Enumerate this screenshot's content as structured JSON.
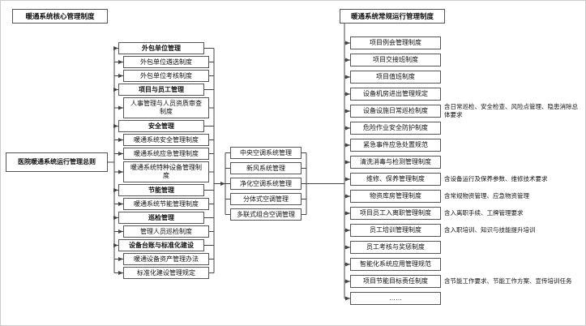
{
  "colors": {
    "line": "#444444",
    "border": "#555555",
    "background": "#ffffff",
    "text": "#111111"
  },
  "titles": {
    "core": "暖通系统核心管理制度",
    "routine": "暖通系统常规运行管理制度"
  },
  "root": {
    "label": "医院暖通系统运行管理总则"
  },
  "left_column": {
    "items": [
      {
        "label": "外包单位管理",
        "group": true
      },
      {
        "label": "外包单位遴选制度",
        "group": false
      },
      {
        "label": "外包单位考核制度",
        "group": false
      },
      {
        "label": "项目与员工管理",
        "group": true
      },
      {
        "label": "人事管理与人员资质审查制度",
        "group": false
      },
      {
        "label": "安全管理",
        "group": true
      },
      {
        "label": "暖通系统安全管理制度",
        "group": false
      },
      {
        "label": "暖通系统应急管理制度",
        "group": false
      },
      {
        "label": "暖通系统特种设备管理制度",
        "group": false
      },
      {
        "label": "节能管理",
        "group": true
      },
      {
        "label": "暖通系统节能管理制度",
        "group": false
      },
      {
        "label": "巡检管理",
        "group": true
      },
      {
        "label": "管理人员巡检制度",
        "group": false
      },
      {
        "label": "设备台账与标准化建设",
        "group": true
      },
      {
        "label": "暖通设备资产管理办法",
        "group": false
      },
      {
        "label": "标准化建设管理规定",
        "group": false
      }
    ]
  },
  "middle_column": {
    "items": [
      "中央空调系统管理",
      "新风系统管理",
      "净化空调系统管理",
      "分体式空调管理",
      "多联式组合空调管理"
    ]
  },
  "right_column": {
    "items": [
      {
        "label": "项目例会管理制度"
      },
      {
        "label": "项目交接班制度"
      },
      {
        "label": "项目值班制度"
      },
      {
        "label": "设备机房进出管理规定"
      },
      {
        "label": "设备设施日常巡检制度",
        "note": "含日常巡检、安全检查、风险点管理、隐患消除总体要求"
      },
      {
        "label": "危险作业安全防护制度"
      },
      {
        "label": "紧急事件应急处置规范"
      },
      {
        "label": "清洗消毒与检测管理制度"
      },
      {
        "label": "维修、保养管理制度",
        "note": "含设备运行及保养参数、维修技术要求"
      },
      {
        "label": "物资库房管理制度",
        "note": "含常规物资管理、应急物资管理"
      },
      {
        "label": "项目员工入离职管理制度",
        "note": "含入离职手续、工牌管理要求"
      },
      {
        "label": "员工培训管理制度",
        "note": "含入职培训、知识与技能提升培训"
      },
      {
        "label": "员工考核与奖惩制度"
      },
      {
        "label": "智能化系统应用管理规范"
      },
      {
        "label": "项目节能目标责任制度",
        "note": "含节能工作要求、节能工作方案、宣传培训任务"
      },
      {
        "label": "……"
      }
    ]
  }
}
